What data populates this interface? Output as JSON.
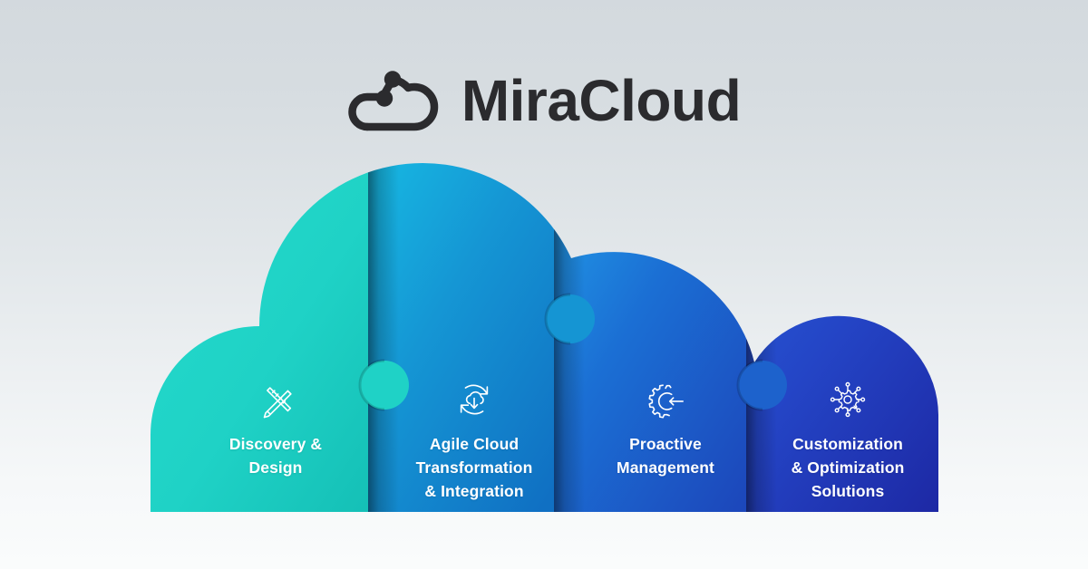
{
  "brand": {
    "name": "MiraCloud",
    "mark_icon": "cloud-nodes-icon",
    "text_color": "#2b2b2e"
  },
  "background": {
    "gradient_top": "#d3d9de",
    "gradient_bottom": "#fafcfc"
  },
  "cloud": {
    "shape": "cloud-puzzle",
    "piece_count": 4
  },
  "pieces": [
    {
      "id": "discovery-design",
      "label": "Discovery &\nDesign",
      "icon": "ruler-pencil-icon",
      "color_start": "#22d6c6",
      "color_end": "#16c2b8"
    },
    {
      "id": "agile-cloud-transformation-integration",
      "label": "Agile Cloud\nTransformation\n& Integration",
      "icon": "cloud-sync-icon",
      "color_start": "#16b6e0",
      "color_end": "#1176c6"
    },
    {
      "id": "proactive-management",
      "label": "Proactive\nManagement",
      "icon": "gear-arrow-icon",
      "color_start": "#1f9ae8",
      "color_end": "#1d4fc0"
    },
    {
      "id": "customization-optimization-solutions",
      "label": "Customization\n& Optimization\nSolutions",
      "icon": "gear-network-icon",
      "color_start": "#2358d8",
      "color_end": "#1f2fa8"
    }
  ]
}
